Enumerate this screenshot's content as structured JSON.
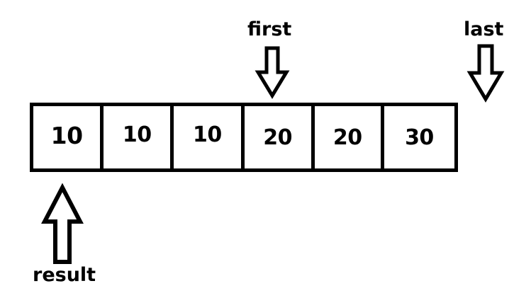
{
  "diagram": {
    "title": "array-with-pointers",
    "background_color": "#ffffff",
    "stroke_color": "#000000",
    "text_color": "#000000"
  },
  "array": {
    "name": "array-cells",
    "length": 6,
    "cells": [
      {
        "index": 0,
        "value": "10"
      },
      {
        "index": 1,
        "value": "10"
      },
      {
        "index": 2,
        "value": "10"
      },
      {
        "index": 3,
        "value": "20"
      },
      {
        "index": 4,
        "value": "20"
      },
      {
        "index": 5,
        "value": "30"
      }
    ]
  },
  "pointers": [
    {
      "id": "first",
      "label": "first",
      "direction": "down",
      "target_index": 3,
      "label_position": "above-arrow"
    },
    {
      "id": "last",
      "label": "last",
      "direction": "down",
      "target_index": 6,
      "label_position": "above-arrow"
    },
    {
      "id": "result",
      "label": "result",
      "direction": "up",
      "target_index": 0,
      "label_position": "below-arrow"
    }
  ]
}
